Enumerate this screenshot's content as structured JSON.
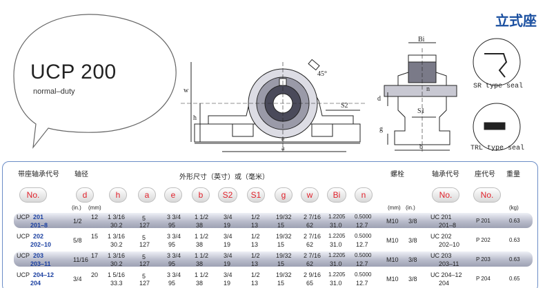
{
  "title_cn": "立式座",
  "bubble": {
    "model": "UCP 200",
    "subtitle": "normal–duty"
  },
  "seals": {
    "sr": "SR type seal",
    "trl": "TRL type seal"
  },
  "drawing_labels": {
    "angle": "45°",
    "w": "w",
    "h": "h",
    "e": "e",
    "a": "a",
    "s2": "S2",
    "bi": "Bi",
    "n": "n",
    "d": "d",
    "s1": "S1",
    "g": "g",
    "b": "b"
  },
  "table": {
    "header_cn": {
      "bearing_unit": "带座轴承代号",
      "shaft": "轴径",
      "dims": "外形尺寸（英寸）或（毫米）",
      "bolt": "螺栓",
      "bearing_no": "轴承代号",
      "housing_no": "座代号",
      "weight": "重量"
    },
    "badges": [
      "No.",
      "d",
      "h",
      "a",
      "e",
      "b",
      "S2",
      "S1",
      "g",
      "w",
      "Bi",
      "n",
      "No.",
      "No."
    ],
    "units": {
      "in": "(in.)",
      "mm": "(mm)",
      "mm2": "(mm)",
      "in2": "(in.)",
      "kg": "(kg)"
    },
    "rows": [
      {
        "prefix": "UCP",
        "model": "201",
        "variant": "201–8",
        "d_mm": "12",
        "d_in": "1/2",
        "h_in": "1 3/16",
        "h_mm": "30.2",
        "a_in": "5",
        "a_mm": "127",
        "e_in": "3 3/4",
        "e_mm": "95",
        "b_in": "1 1/2",
        "b_mm": "38",
        "s2_in": "3/4",
        "s2_mm": "19",
        "s1_in": "1/2",
        "s1_mm": "13",
        "g_in": "19/32",
        "g_mm": "15",
        "w_in": "2 7/16",
        "w_mm": "62",
        "bi_in": "1.2205",
        "bi_mm": "31.0",
        "n_in": "0.5000",
        "n_mm": "12.7",
        "bolt_mm": "M10",
        "bolt_in": "3/8",
        "bearing": "UC 201",
        "bearing2": "201–8",
        "housing": "P 201",
        "weight": "0.63"
      },
      {
        "prefix": "UCP",
        "model": "202",
        "variant": "202–10",
        "d_mm": "15",
        "d_in": "5/8",
        "h_in": "1 3/16",
        "h_mm": "30.2",
        "a_in": "5",
        "a_mm": "127",
        "e_in": "3 3/4",
        "e_mm": "95",
        "b_in": "1 1/2",
        "b_mm": "38",
        "s2_in": "3/4",
        "s2_mm": "19",
        "s1_in": "1/2",
        "s1_mm": "13",
        "g_in": "19/32",
        "g_mm": "15",
        "w_in": "2 7/16",
        "w_mm": "62",
        "bi_in": "1.2205",
        "bi_mm": "31.0",
        "n_in": "0.5000",
        "n_mm": "12.7",
        "bolt_mm": "M10",
        "bolt_in": "3/8",
        "bearing": "UC 202",
        "bearing2": "202–10",
        "housing": "P 202",
        "weight": "0.63"
      },
      {
        "prefix": "UCP",
        "model": "203",
        "variant": "203–11",
        "d_mm": "17",
        "d_in": "11/16",
        "h_in": "1 3/16",
        "h_mm": "30.2",
        "a_in": "5",
        "a_mm": "127",
        "e_in": "3 3/4",
        "e_mm": "95",
        "b_in": "1 1/2",
        "b_mm": "38",
        "s2_in": "3/4",
        "s2_mm": "19",
        "s1_in": "1/2",
        "s1_mm": "13",
        "g_in": "19/32",
        "g_mm": "15",
        "w_in": "2 7/16",
        "w_mm": "62",
        "bi_in": "1.2205",
        "bi_mm": "31.0",
        "n_in": "0.5000",
        "n_mm": "12.7",
        "bolt_mm": "M10",
        "bolt_in": "3/8",
        "bearing": "UC 203",
        "bearing2": "203–11",
        "housing": "P 203",
        "weight": "0.63"
      },
      {
        "prefix": "UCP",
        "model": "204–12",
        "variant": "204",
        "d_mm": "20",
        "d_in": "3/4",
        "h_in": "1 5/16",
        "h_mm": "33.3",
        "a_in": "5",
        "a_mm": "127",
        "e_in": "3 3/4",
        "e_mm": "95",
        "b_in": "1 1/2",
        "b_mm": "38",
        "s2_in": "3/4",
        "s2_mm": "19",
        "s1_in": "1/2",
        "s1_mm": "13",
        "g_in": "19/32",
        "g_mm": "15",
        "w_in": "2 9/16",
        "w_mm": "65",
        "bi_in": "1.2205",
        "bi_mm": "31.0",
        "n_in": "0.5000",
        "n_mm": "12.7",
        "bolt_mm": "M10",
        "bolt_in": "3/8",
        "bearing": "UC 204–12",
        "bearing2": "204",
        "housing": "P 204",
        "weight": "0.65"
      }
    ]
  }
}
